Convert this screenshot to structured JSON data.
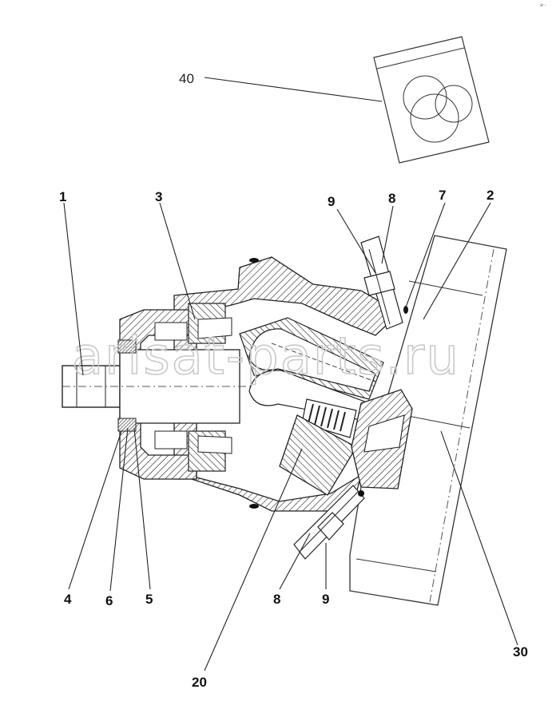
{
  "diagram": {
    "watermark": "arisat-parts.ru",
    "corner_mark": "a·-",
    "callouts": [
      {
        "id": "c1",
        "label": "1"
      },
      {
        "id": "c3",
        "label": "3"
      },
      {
        "id": "c9a",
        "label": "9"
      },
      {
        "id": "c8a",
        "label": "8"
      },
      {
        "id": "c7",
        "label": "7"
      },
      {
        "id": "c2",
        "label": "2"
      },
      {
        "id": "c4",
        "label": "4"
      },
      {
        "id": "c6",
        "label": "6"
      },
      {
        "id": "c5",
        "label": "5"
      },
      {
        "id": "c8b",
        "label": "8"
      },
      {
        "id": "c9b",
        "label": "9"
      },
      {
        "id": "c30",
        "label": "30"
      },
      {
        "id": "c20",
        "label": "20"
      },
      {
        "id": "c40",
        "label": "40"
      }
    ],
    "seal_kit_icon": "seal-kit-package-icon"
  }
}
